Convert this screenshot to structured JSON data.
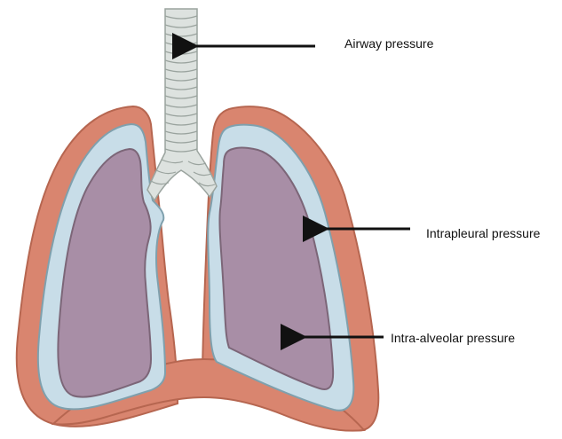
{
  "labels": {
    "airway": "Airway pressure",
    "intrapleural": "Intrapleural pressure",
    "intra_alveolar": "Intra-alveolar pressure"
  },
  "colors": {
    "pleura_outer": "#d9856f",
    "pleura_outer_stroke": "#b66650",
    "pleural_space": "#c8dde8",
    "pleural_space_stroke": "#7fa0ad",
    "lung": "#a88ea6",
    "lung_stroke": "#7c6678",
    "trachea": "#dde2df",
    "trachea_stroke": "#9aa39e",
    "arrow": "#111111"
  }
}
